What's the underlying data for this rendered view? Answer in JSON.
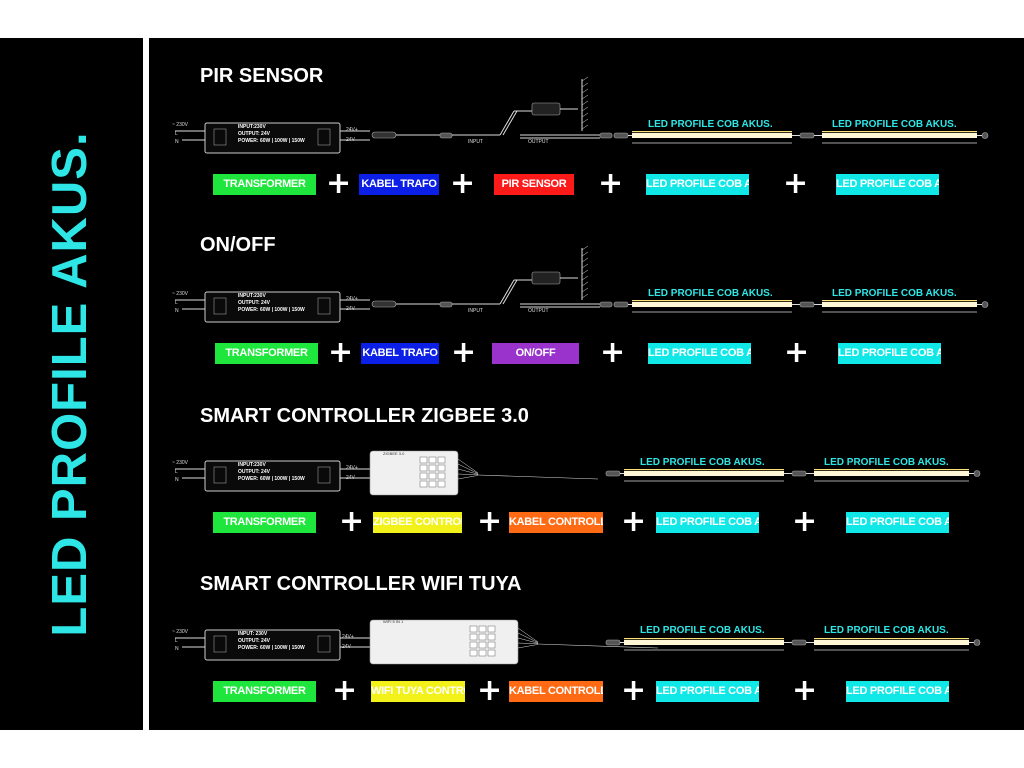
{
  "main_title": "LED PROFILE AKUS.",
  "colors": {
    "transformer": "#1ee63c",
    "kabel_trafo": "#0b1fe6",
    "pir": "#ff1a1a",
    "onoff": "#9a33cc",
    "zigbee": "#f2f21a",
    "wifi": "#f2f21a",
    "kabel_controller": "#ff6a14",
    "profile": "#10e8e8",
    "accent": "#2ee6e6"
  },
  "sections": [
    {
      "title": "PIR SENSOR",
      "tags": [
        "TRANSFORMER",
        "KABEL TRAFO",
        "PIR SENSOR",
        "LED PROFILE COB AKUS.",
        "LED PROFILE COB AKUS."
      ],
      "strip_labels": [
        "LED PROFILE COB AKUS.",
        "LED PROFILE COB AKUS."
      ],
      "mains_label": "~ 230V",
      "psu_text": [
        "INPUT:230V",
        "OUTPUT: 24V",
        "POWER: 60W | 100W | 150W"
      ],
      "port_labels": [
        "INPUT",
        "OUTPUT"
      ]
    },
    {
      "title": "ON/OFF",
      "tags": [
        "TRANSFORMER",
        "KABEL TRAFO",
        "ON/OFF",
        "LED PROFILE COB AKUS.",
        "LED PROFILE COB AKUS."
      ],
      "strip_labels": [
        "LED PROFILE COB AKUS.",
        "LED PROFILE COB AKUS."
      ],
      "mains_label": "~ 230V",
      "psu_text": [
        "INPUT:230V",
        "OUTPUT: 24V",
        "POWER: 60W | 100W | 150W"
      ],
      "port_labels": [
        "INPUT",
        "OUTPUT"
      ]
    },
    {
      "title": "SMART CONTROLLER ZIGBEE 3.0",
      "tags": [
        "TRANSFORMER",
        "ZIGBEE CONTROLLER",
        "KABEL CONTROLLER",
        "LED PROFILE COB AKUS.",
        "LED PROFILE COB AKUS."
      ],
      "strip_labels": [
        "LED PROFILE COB AKUS.",
        "LED PROFILE COB AKUS."
      ],
      "mains_label": "~ 230V",
      "psu_text": [
        "INPUT:230V",
        "OUTPUT: 24V",
        "POWER: 60W | 100W | 150W"
      ],
      "ctrl_brand": "ZIGBEE 3.0"
    },
    {
      "title": "SMART CONTROLLER WIFI TUYA",
      "tags": [
        "TRANSFORMER",
        "WIFI TUYA CONTROLLER",
        "KABEL CONTROLLER",
        "LED PROFILE COB AKUS.",
        "LED PROFILE COB AKUS."
      ],
      "strip_labels": [
        "LED PROFILE COB AKUS.",
        "LED PROFILE COB AKUS."
      ],
      "mains_label": "~ 230V",
      "psu_text": [
        "INPUT: 230V",
        "OUTPUT: 24V",
        "POWER: 60W | 100W | 150W"
      ],
      "ctrl_brand": "WIFI 5 IN 1"
    }
  ],
  "plus_sign": "+",
  "terminal_labels": {
    "pos": "24V+",
    "neg": "24V-",
    "l": "L",
    "n": "N"
  }
}
